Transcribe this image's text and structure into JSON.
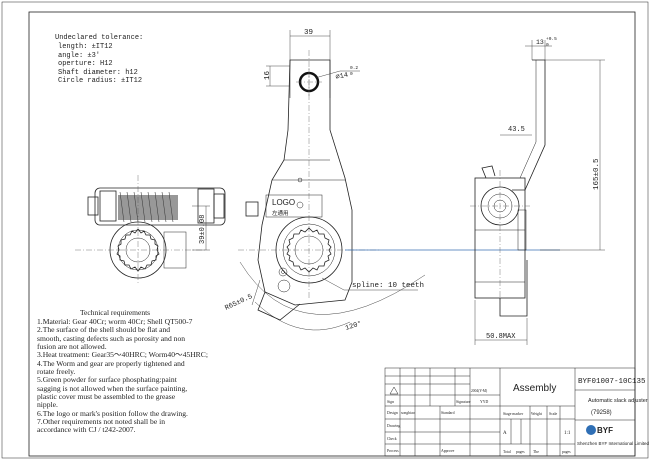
{
  "tolerance": {
    "title": "Undeclared tolerance:",
    "lines": [
      "length: ±IT12",
      "angle: ±3'",
      "operture: H12",
      "Shaft diameter: h12",
      "Circle radius: ±IT12"
    ]
  },
  "requirements": {
    "title": "Technical requirements",
    "lines": [
      "1.Material: Gear 40Cr; worm 40Cr; Shell QT500-7",
      "2.The surface of the shell should be flat and",
      "smooth, casting defects such as porosity and non",
      "fusion are not allowed.",
      "3.Heat treatment: Gear35～40HRC; Worm40～45HRC;",
      "4.The Worm and gear are properly tightened and",
      "rotate freely.",
      "5.Green powder for surface phosphating:paint",
      "sagging is not allowed when the surface painting,",
      "plastic cover must be assembled to the grease",
      "nipple.",
      "6.The logo or mark's position follow the drawing.",
      "7.Other requirements not noted shall be in",
      "accordance with CJ / t242-2007."
    ]
  },
  "dimensions": {
    "d39": "39",
    "d16": "16",
    "d14": "⌀14",
    "d14_tol": "0.2",
    "d14_tol2": "0",
    "d13": "13",
    "d13_tol": "+0.5",
    "d13_tol2": "0",
    "d43_5": "43.5",
    "d165": "165±0.5",
    "d39_08": "39±0.08",
    "d50_8": "50.8MAX",
    "r65": "R65±0.5",
    "spline": "spline: 10 teeth",
    "angle120": "120°"
  },
  "part_marks": {
    "logo": "LOGO",
    "chinese": "左通用"
  },
  "title_block": {
    "assembly": "Assembly",
    "drawing_no": "BYF01007-10C135",
    "product_name": "Automatic slack adjuster",
    "product_code": "(79258)",
    "company_logo": "BYF",
    "company": "Shenzhen BYF International Limited",
    "row_labels": [
      "Sign",
      "Design",
      "Drawing",
      "Check",
      "Process"
    ],
    "signature": "Signature",
    "ymd": "YYD",
    "standard": "Standard",
    "approve": "Approve",
    "reference": "2004(Y-M)",
    "designer": "songbiao",
    "stage_marker": "Stage marker",
    "weight": "Weight",
    "scale": "Scale",
    "stage_a": "A",
    "scale_value": "1:1",
    "total": "Total",
    "pages": "pages",
    "the": "The",
    "pages2": "pages"
  }
}
